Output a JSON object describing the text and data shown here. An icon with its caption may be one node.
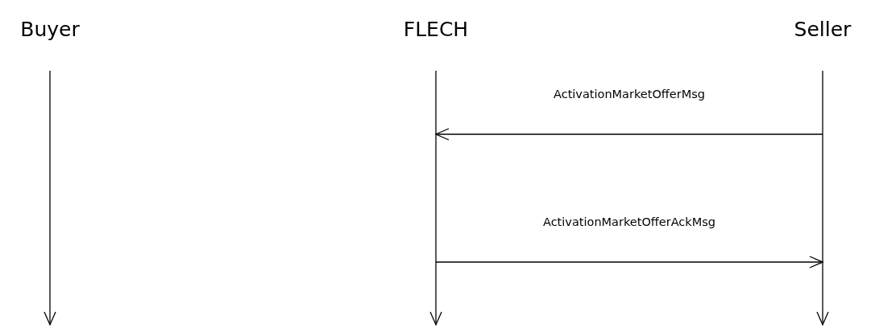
{
  "diagram": {
    "nodes": [
      {
        "text": [
          "Buyer"
        ]
      },
      {
        "text": [
          "FLECH"
        ]
      },
      {
        "text": [
          "Seller"
        ]
      }
    ],
    "edges": [
      {
        "from": 2,
        "to": 1,
        "arrow": "to",
        "label": "ActivationMarketOfferMsg"
      },
      {
        "from": 1,
        "to": 2,
        "arrow": "to",
        "label": "ActivationMarketOfferAckMsg"
      }
    ]
  }
}
